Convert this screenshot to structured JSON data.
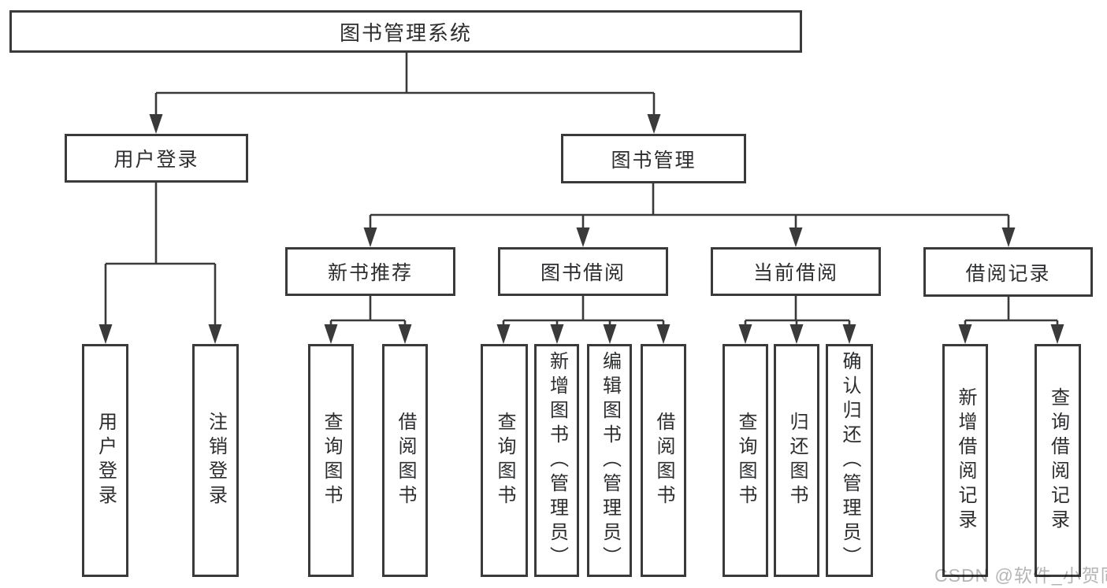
{
  "colors": {
    "line": "#3a3a3a",
    "text": "#2c2d2f",
    "background": "#ffffff",
    "watermark": "#b5b5b5"
  },
  "watermark": {
    "text": "CSDN @软件_小贺同学"
  },
  "tree": {
    "root": {
      "label": "图书管理系统",
      "children": [
        {
          "label": "用户登录",
          "children": [
            {
              "label": "用户登录"
            },
            {
              "label": "注销登录"
            }
          ]
        },
        {
          "label": "图书管理",
          "children": [
            {
              "label": "新书推荐",
              "children": [
                {
                  "label": "查询图书"
                },
                {
                  "label": "借阅图书"
                }
              ]
            },
            {
              "label": "图书借阅",
              "children": [
                {
                  "label": "查询图书"
                },
                {
                  "label": "新增图书（管理员）"
                },
                {
                  "label": "编辑图书（管理员）"
                },
                {
                  "label": "借阅图书"
                }
              ]
            },
            {
              "label": "当前借阅",
              "children": [
                {
                  "label": "查询图书"
                },
                {
                  "label": "归还图书"
                },
                {
                  "label": "确认归还（管理员）"
                }
              ]
            },
            {
              "label": "借阅记录",
              "children": [
                {
                  "label": "新增借阅记录"
                },
                {
                  "label": "查询借阅记录"
                }
              ]
            }
          ]
        }
      ]
    }
  }
}
